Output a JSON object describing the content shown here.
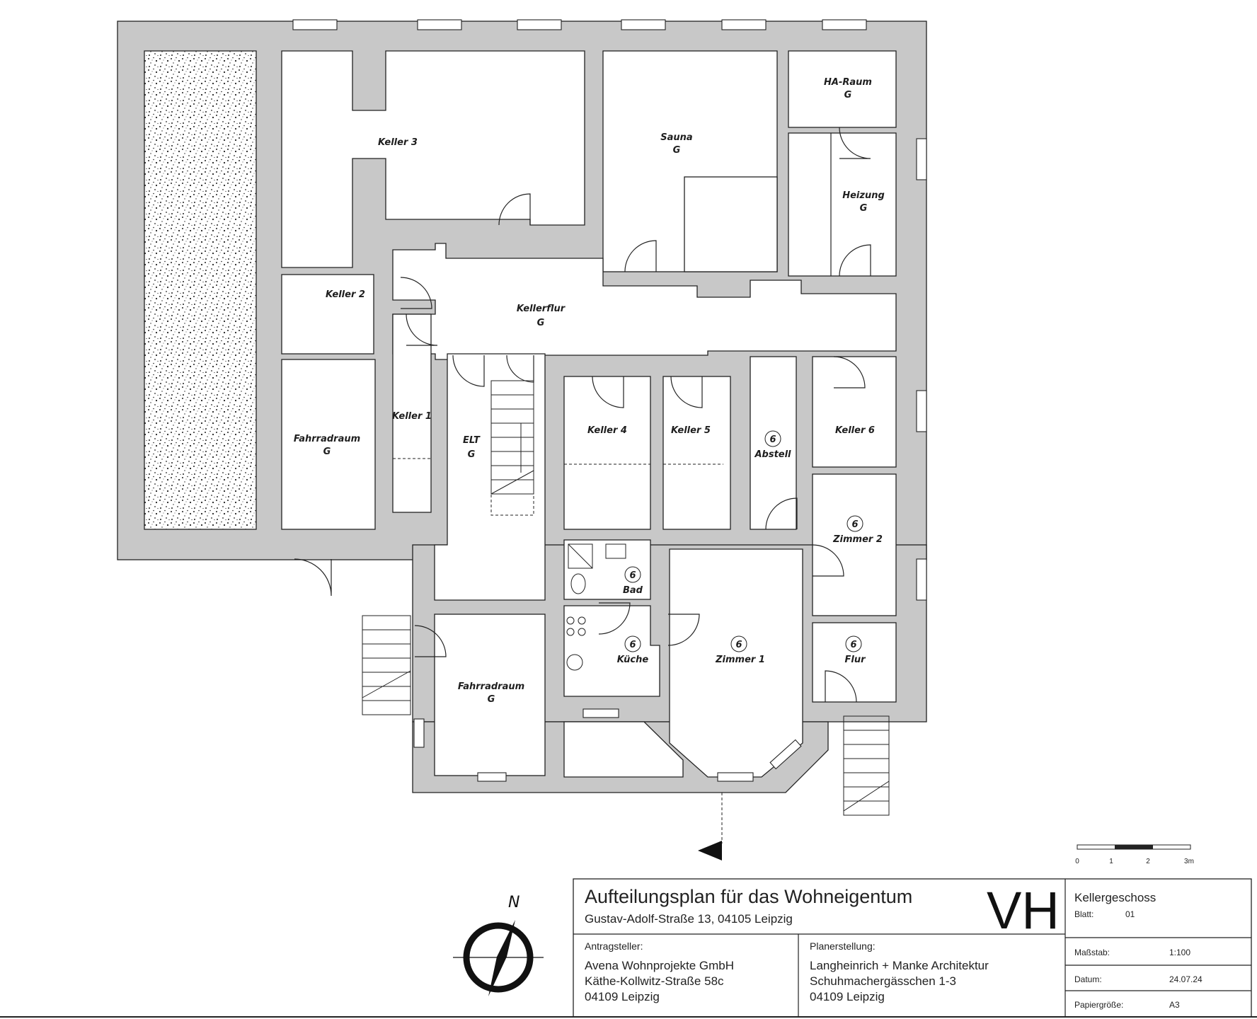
{
  "rooms": {
    "keller3": "Keller 3",
    "sauna": "Sauna",
    "sauna_g": "G",
    "ha_raum": "HA-Raum",
    "ha_raum_g": "G",
    "heizung": "Heizung",
    "heizung_g": "G",
    "keller2": "Keller 2",
    "kellerflur": "Kellerflur",
    "kellerflur_g": "G",
    "fahrradraum_top": "Fahrradraum",
    "fahrradraum_top_g": "G",
    "keller1": "Keller 1",
    "elt": "ELT",
    "elt_g": "G",
    "keller4": "Keller 4",
    "keller5": "Keller 5",
    "abstell_num": "6",
    "abstell": "Abstell",
    "keller6": "Keller 6",
    "zimmer2_num": "6",
    "zimmer2": "Zimmer 2",
    "bad_num": "6",
    "bad": "Bad",
    "kueche_num": "6",
    "kueche": "Küche",
    "zimmer1_num": "6",
    "zimmer1": "Zimmer 1",
    "flur_num": "6",
    "flur": "Flur",
    "fahrradraum_bottom": "Fahrradraum",
    "fahrradraum_bottom_g": "G"
  },
  "scale_bar": {
    "labels": [
      "0",
      "1",
      "2",
      "3m"
    ]
  },
  "north": {
    "label": "N"
  },
  "title_block": {
    "title": "Aufteilungsplan für das Wohneigentum",
    "address": "Gustav-Adolf-Straße 13, 04105 Leipzig",
    "logo": "VH",
    "applicant_label": "Antragsteller:",
    "applicant_lines": [
      "Avena Wohnprojekte GmbH",
      "Käthe-Kollwitz-Straße 58c",
      "04109 Leipzig"
    ],
    "planner_label": "Planerstellung:",
    "planner_lines": [
      "Langheinrich + Manke Architektur",
      "Schuhmachergässchen 1-3",
      "04109 Leipzig"
    ],
    "floor": "Kellergeschoss",
    "sheet_label": "Blatt:",
    "sheet_value": "01",
    "scale_label": "Maßstab:",
    "scale_value": "1:100",
    "date_label": "Datum:",
    "date_value": "24.07.24",
    "paper_label": "Papiergröße:",
    "paper_value": "A3"
  }
}
